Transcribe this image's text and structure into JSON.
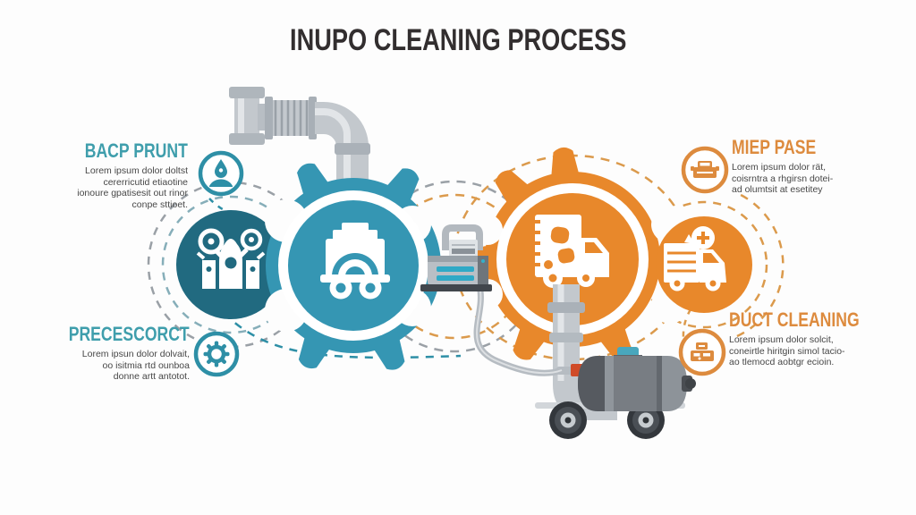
{
  "title": "INUPO CLEANING PROCESS",
  "steps": {
    "bacp_prunt": {
      "heading": "BACP PRUNT",
      "line1": "Lorem ipsum dolor doltst",
      "line2": "cererricutid etiaotine",
      "line3": "ionoure gpatisesit out rinor",
      "line4": "conpe sttioet."
    },
    "precescorct": {
      "heading": "PRECESCORCT",
      "line1": "Lorem ipsun dolor dolvait,",
      "line2": "oo isitmia rtd ounboa",
      "line3": "donne artt antotot."
    },
    "miep_pase": {
      "heading": "MIEP PASE",
      "line1": "Lorem ipsum dolor rät,",
      "line2": "coisrntra a rhgirsn dotei-",
      "line3": "ad olumtsit at esetitey"
    },
    "duct_cleaning": {
      "heading": "DUCT CLEANING",
      "line1": "Lorem ipsum dolor solcit,",
      "line2": "coneirtle hiritgin simol tacio-",
      "line3": "ao tlemocd aobtgr ecioin."
    }
  },
  "icons": {
    "bacp_badge": "person-icon",
    "precescorct_badge": "gear-icon",
    "miep_badge": "truck-icon",
    "duct_badge": "equipment-icon",
    "stage1": "factory-icon",
    "stage2": "scrubber-machine-icon",
    "stage3": "box-truck-icon",
    "stage4": "delivery-van-icon"
  },
  "colors": {
    "teal": "#3596B3",
    "teal_dark": "#216A80",
    "teal_accent": "#2E8FA6",
    "orange": "#E8882B",
    "orange_heading": "#DD8B3E",
    "heading_teal": "#3F9EAC",
    "body_text": "#474747",
    "title_text": "#322E2F",
    "pipe_gray": "#C3C8CD",
    "dash_gray": "#9AA0A6"
  }
}
